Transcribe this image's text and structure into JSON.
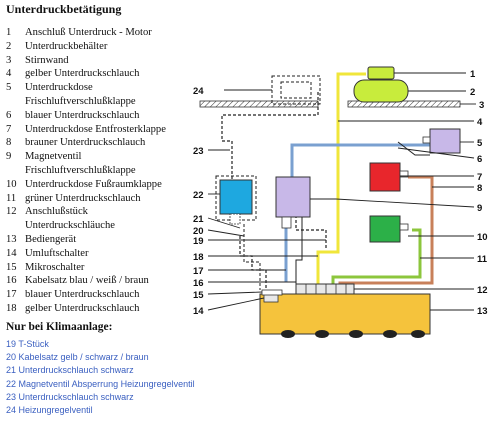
{
  "title": "Unterdruckbetätigung",
  "legend": [
    {
      "num": "1",
      "text": "Anschluß Unterdruck - Motor"
    },
    {
      "num": "2",
      "text": "Unterdruckbehälter"
    },
    {
      "num": "3",
      "text": "Stirnwand"
    },
    {
      "num": "4",
      "text": "gelber Unterdruckschlauch"
    },
    {
      "num": "5",
      "text": "Unterdruckdose"
    },
    {
      "num": "",
      "text": "Frischluftverschlußklappe"
    },
    {
      "num": "6",
      "text": "blauer Unterdruckschlauch"
    },
    {
      "num": "7",
      "text": "Unterdruckdose Entfrosterklappe"
    },
    {
      "num": "8",
      "text": "brauner Unterdruckschlauch"
    },
    {
      "num": "9",
      "text": "Magnetventil"
    },
    {
      "num": "",
      "text": "Frischluftverschlußklappe"
    },
    {
      "num": "10",
      "text": "Unterdruckdose Fußraumklappe"
    },
    {
      "num": "11",
      "text": "grüner Unterdruckschlauch"
    },
    {
      "num": "12",
      "text": "Anschlußstück"
    },
    {
      "num": "",
      "text": "Unterdruckschläuche"
    },
    {
      "num": "13",
      "text": "Bediengerät"
    },
    {
      "num": "14",
      "text": "Umluftschalter"
    },
    {
      "num": "15",
      "text": "Mikroschalter"
    },
    {
      "num": "16",
      "text": "Kabelsatz blau / weiß / braun"
    },
    {
      "num": "17",
      "text": "blauer Unterdruckschlauch"
    },
    {
      "num": "18",
      "text": "gelber Unterdruckschlauch"
    }
  ],
  "clima_heading": "Nur bei Klimaanlage:",
  "clima_items": [
    {
      "num": "19",
      "text": "T-Stück"
    },
    {
      "num": "20",
      "text": "Kabelsatz  gelb / schwarz / braun"
    },
    {
      "num": "21",
      "text": "Unterdruckschlauch schwarz"
    },
    {
      "num": "22",
      "text": "Magnetventil Absperrung  Heizungregelventil"
    },
    {
      "num": "23",
      "text": "Unterdruckschlauch schwarz"
    },
    {
      "num": "24",
      "text": "Heizungregelventil"
    }
  ],
  "diagram_labels": {
    "n1": "1",
    "n2": "2",
    "n3": "3",
    "n4": "4",
    "n5": "5",
    "n6": "6",
    "n7": "7",
    "n8": "8",
    "n9": "9",
    "n10": "10",
    "n11": "11",
    "n12": "12",
    "n13": "13",
    "n14": "14",
    "n15": "15",
    "n16": "16",
    "n17": "17",
    "n18": "18",
    "n19": "19",
    "n20": "20",
    "n21": "21",
    "n22": "22",
    "n23": "23",
    "n24": "24"
  },
  "colors": {
    "yellow_hose": "#f0e63a",
    "blue_hose": "#7aa0d0",
    "brown_hose": "#c8805a",
    "green_hose": "#8cc63c",
    "motor_connection": "#c8ec3c",
    "dose_purple": "#c8b8e8",
    "dose_red": "#e8262c",
    "dose_green": "#2cb048",
    "valve_cyan": "#1ea8e0",
    "control_unit": "#f5c33c",
    "legend_blue_text": "#3a5fc0"
  }
}
